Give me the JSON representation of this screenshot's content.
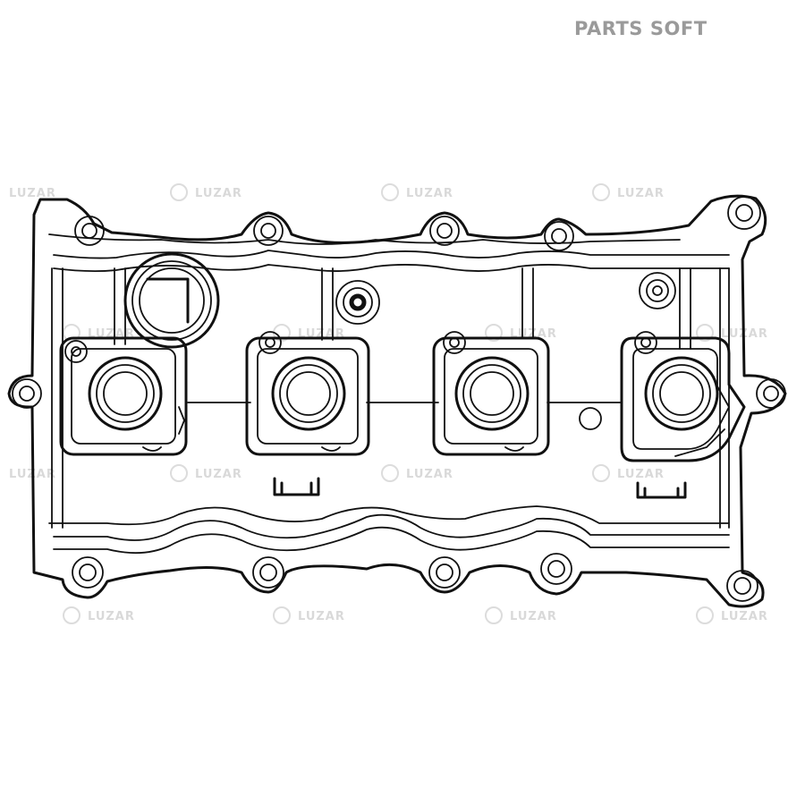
{
  "brand": {
    "word1": "PARTS",
    "word2": "SOFT",
    "color": "#9a9a9a"
  },
  "watermark": {
    "text": "LUZAR",
    "color": "#d9d9d9"
  },
  "drawing": {
    "stroke_color": "#111111"
  }
}
